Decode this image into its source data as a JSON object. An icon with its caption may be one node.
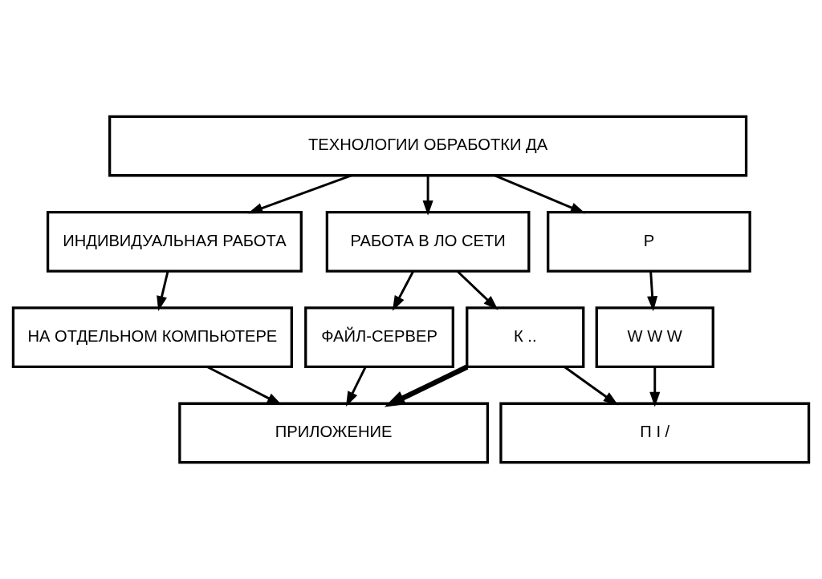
{
  "diagram": {
    "nodes": [
      {
        "text": [
          "ТЕХНОЛОГИИ ОБРАБОТКИ ДА"
        ]
      },
      {
        "text": [
          "ИНДИВИДУАЛЬНАЯ РАБОТА"
        ]
      },
      {
        "text": [
          "РАБОТА В ЛО СЕТИ"
        ]
      },
      {
        "text": [
          "Р"
        ]
      },
      {
        "text": [
          "НА ОТДЕЛЬНОМ КОМПЬЮТЕРЕ"
        ]
      },
      {
        "text": [
          "ФАЙЛ-СЕРВЕР"
        ]
      },
      {
        "text": [
          "К .."
        ]
      },
      {
        "text": [
          "W W W"
        ]
      },
      {
        "text": [
          "ПРИЛОЖЕНИЕ"
        ]
      },
      {
        "text": [
          "П I /"
        ]
      }
    ],
    "edges": [
      {
        "from": 0,
        "to": 1,
        "arrow": "to"
      },
      {
        "from": 0,
        "to": 2,
        "arrow": "to"
      },
      {
        "from": 0,
        "to": 3,
        "arrow": "to"
      },
      {
        "from": 1,
        "to": 4,
        "arrow": "to"
      },
      {
        "from": 2,
        "to": 5,
        "arrow": "to"
      },
      {
        "from": 2,
        "to": 6,
        "arrow": "to"
      },
      {
        "from": 3,
        "to": 7,
        "arrow": "to"
      },
      {
        "from": 4,
        "to": 8,
        "arrow": "to"
      },
      {
        "from": 5,
        "to": 8,
        "arrow": "to"
      },
      {
        "from": 6,
        "to": 8,
        "arrow": "to",
        "style": "thick"
      },
      {
        "from": 6,
        "to": 9,
        "arrow": "to"
      },
      {
        "from": 7,
        "to": 9,
        "arrow": "to"
      }
    ]
  }
}
